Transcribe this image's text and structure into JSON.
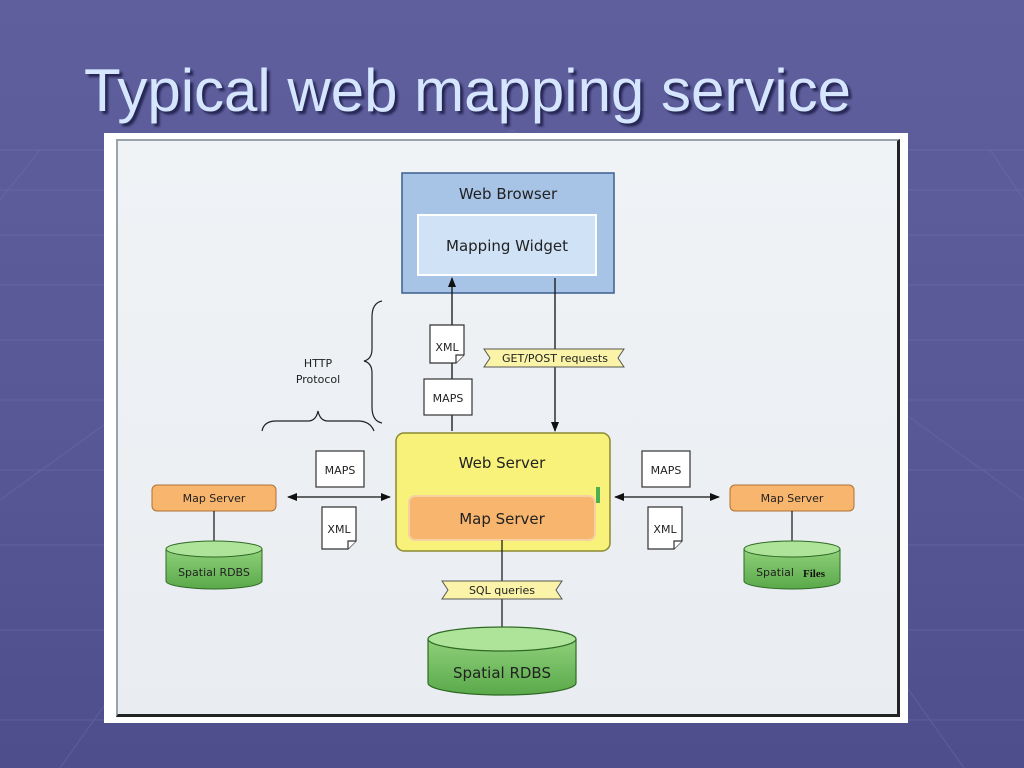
{
  "slide": {
    "title": "Typical web mapping service"
  },
  "diagram": {
    "web_browser": {
      "label": "Web Browser",
      "widget_label": "Mapping Widget"
    },
    "http_protocol": {
      "line1": "HTTP",
      "line2": "Protocol"
    },
    "doc_labels": {
      "xml": "XML",
      "maps": "MAPS"
    },
    "requests_tag": "GET/POST requests",
    "web_server": {
      "label": "Web Server",
      "map_server_label": "Map Server"
    },
    "sql_tag": "SQL queries",
    "central_db": "Spatial RDBS",
    "left_node": {
      "server_label": "Map Server",
      "db_label": "Spatial RDBS"
    },
    "right_node": {
      "server_label": "Map Server",
      "db_label_part1": "Spatial",
      "db_label_part2": "Files"
    }
  },
  "colors": {
    "browser_fill": "#a7c3e6",
    "widget_fill": "#cfe2f6",
    "server_fill": "#f9f27a",
    "map_server_fill": "#f8b56d",
    "db_fill": "#7cc46a",
    "tag_fill": "#faf3a8"
  }
}
